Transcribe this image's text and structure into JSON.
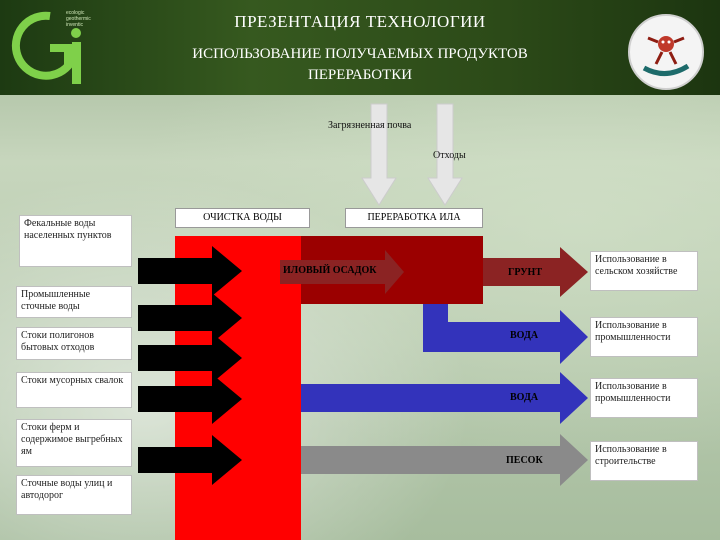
{
  "header": {
    "title": "ПРЕЗЕНТАЦИЯ  ТЕХНОЛОГИИ",
    "subtitle_line1": "ИСПОЛЬЗОВАНИЕ  ПОЛУЧАЕМЫХ  ПРОДУКТОВ",
    "subtitle_line2": "ПЕРЕРАБОТКИ"
  },
  "logo": {
    "letters": "Gi",
    "small_text": [
      "ecologic",
      "geothermic",
      "inventic"
    ]
  },
  "inputs_top": {
    "contaminated_soil": "Загрязненная почва",
    "waste": "Отходы"
  },
  "sources": [
    "Фекальные воды населенных пунктов",
    "Промышленные сточные воды",
    "Стоки полигонов бытовых отходов",
    "Стоки мусорных свалок",
    "Стоки ферм и содержимое выгребных ям",
    "Сточные воды улиц и автодорог"
  ],
  "stages": {
    "water_treatment": "ОЧИСТКА ВОДЫ",
    "sludge_processing": "ПЕРЕРАБОТКА ИЛА"
  },
  "products": {
    "sludge": "ИЛОВЫЙ ОСАДОК",
    "soil": "ГРУНТ",
    "water1": "ВОДА",
    "water2": "ВОДА",
    "sand": "ПЕСОК"
  },
  "uses": [
    "Использование в сельском хозяйстве",
    "Использование в промышленности",
    "Использование в промышленности",
    "Использование в строительстве"
  ],
  "colors": {
    "red": "#ff0000",
    "dark_red": "#9b0000",
    "brown": "#8b2323",
    "blue": "#3333bb",
    "gray": "#8a8a8a",
    "arrow_black": "#000000",
    "down_arrow": "#e6e6e6"
  }
}
